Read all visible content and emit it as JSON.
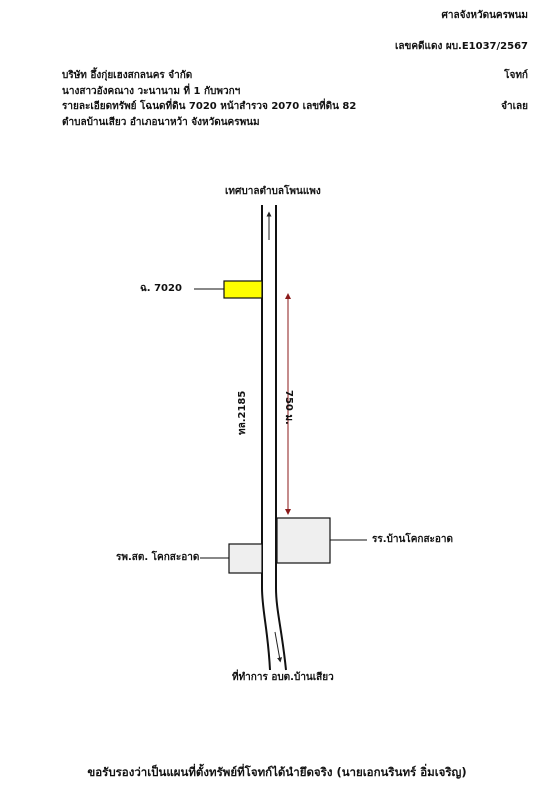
{
  "header": {
    "court": "ศาลจังหวัดนครพนม",
    "case_no": "เลขคดีแดง ผบ.E1037/2567",
    "plaintiff_name": "บริษัท อึ้งกุ่ยเฮงสกลนคร จำกัด",
    "plaintiff_role": "โจทก์",
    "defendant_name": "นางสาวอังคณาง  วะนานาม  ที่ 1 กับพวกฯ",
    "defendant_role": "จำเลย",
    "property_line1": "รายละเอียดทรัพย์ โฉนดที่ดิน 7020 หน้าสำรวจ 2070 เลขที่ดิน 82",
    "property_line2": "ตำบลบ้านเสียว  อำเภอนาหว้า  จังหวัดนครพนม"
  },
  "map": {
    "north_label": "เทศบาลตำบลโพนแพง",
    "south_label": "ที่ทำการ อบต.บ้านเสียว",
    "road_label": "ทล.2185",
    "parcel_label": "ฉ. 7020",
    "distance_label": "750 ม.",
    "school_label": "รร.บ้านโคกสะอาด",
    "hospital_label": "รพ.สต. โคกสะอาด",
    "parcel_color": "#ffff00"
  },
  "footer": {
    "certification": "ขอรับรองว่าเป็นแผนที่ตั้งทรัพย์ที่โจทก์ได้นำยึดจริง (นายเอกนรินทร์ อิ่มเจริญ)"
  }
}
